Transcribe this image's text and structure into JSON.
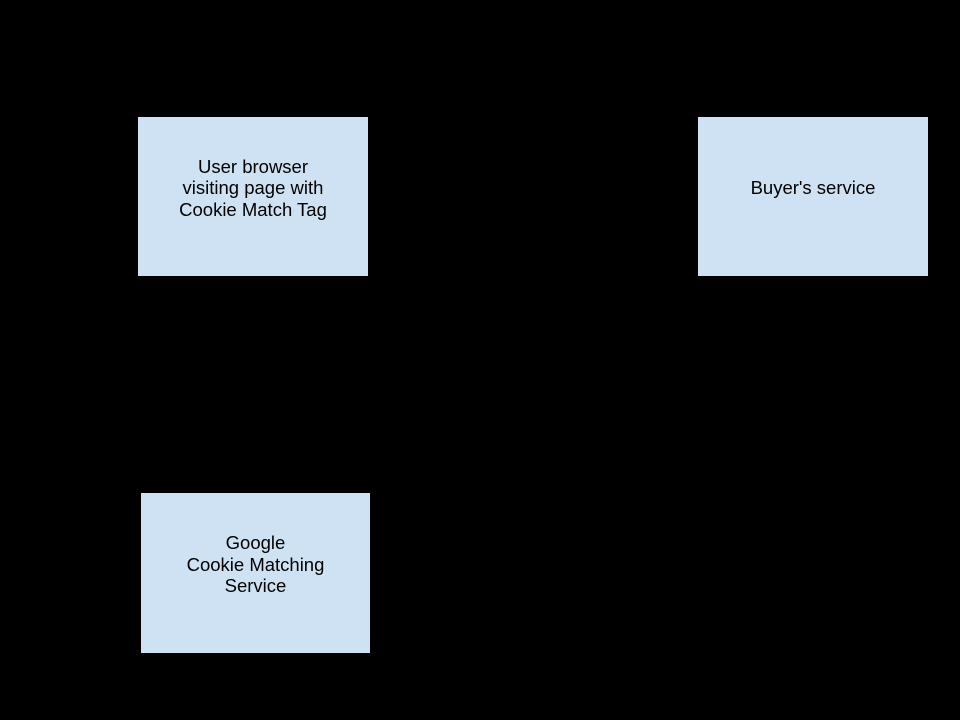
{
  "diagram": {
    "background_color": "#000000",
    "node_fill_color": "#cfe2f3",
    "node_border_color": "#000000",
    "node_text_color": "#000000",
    "nodes": [
      {
        "id": "user-browser",
        "label": "User browser\nvisiting page with\nCookie Match Tag"
      },
      {
        "id": "buyers-service",
        "label": "Buyer's service"
      },
      {
        "id": "google-cookie-matching",
        "label": "Google\nCookie Matching\nService"
      }
    ]
  }
}
